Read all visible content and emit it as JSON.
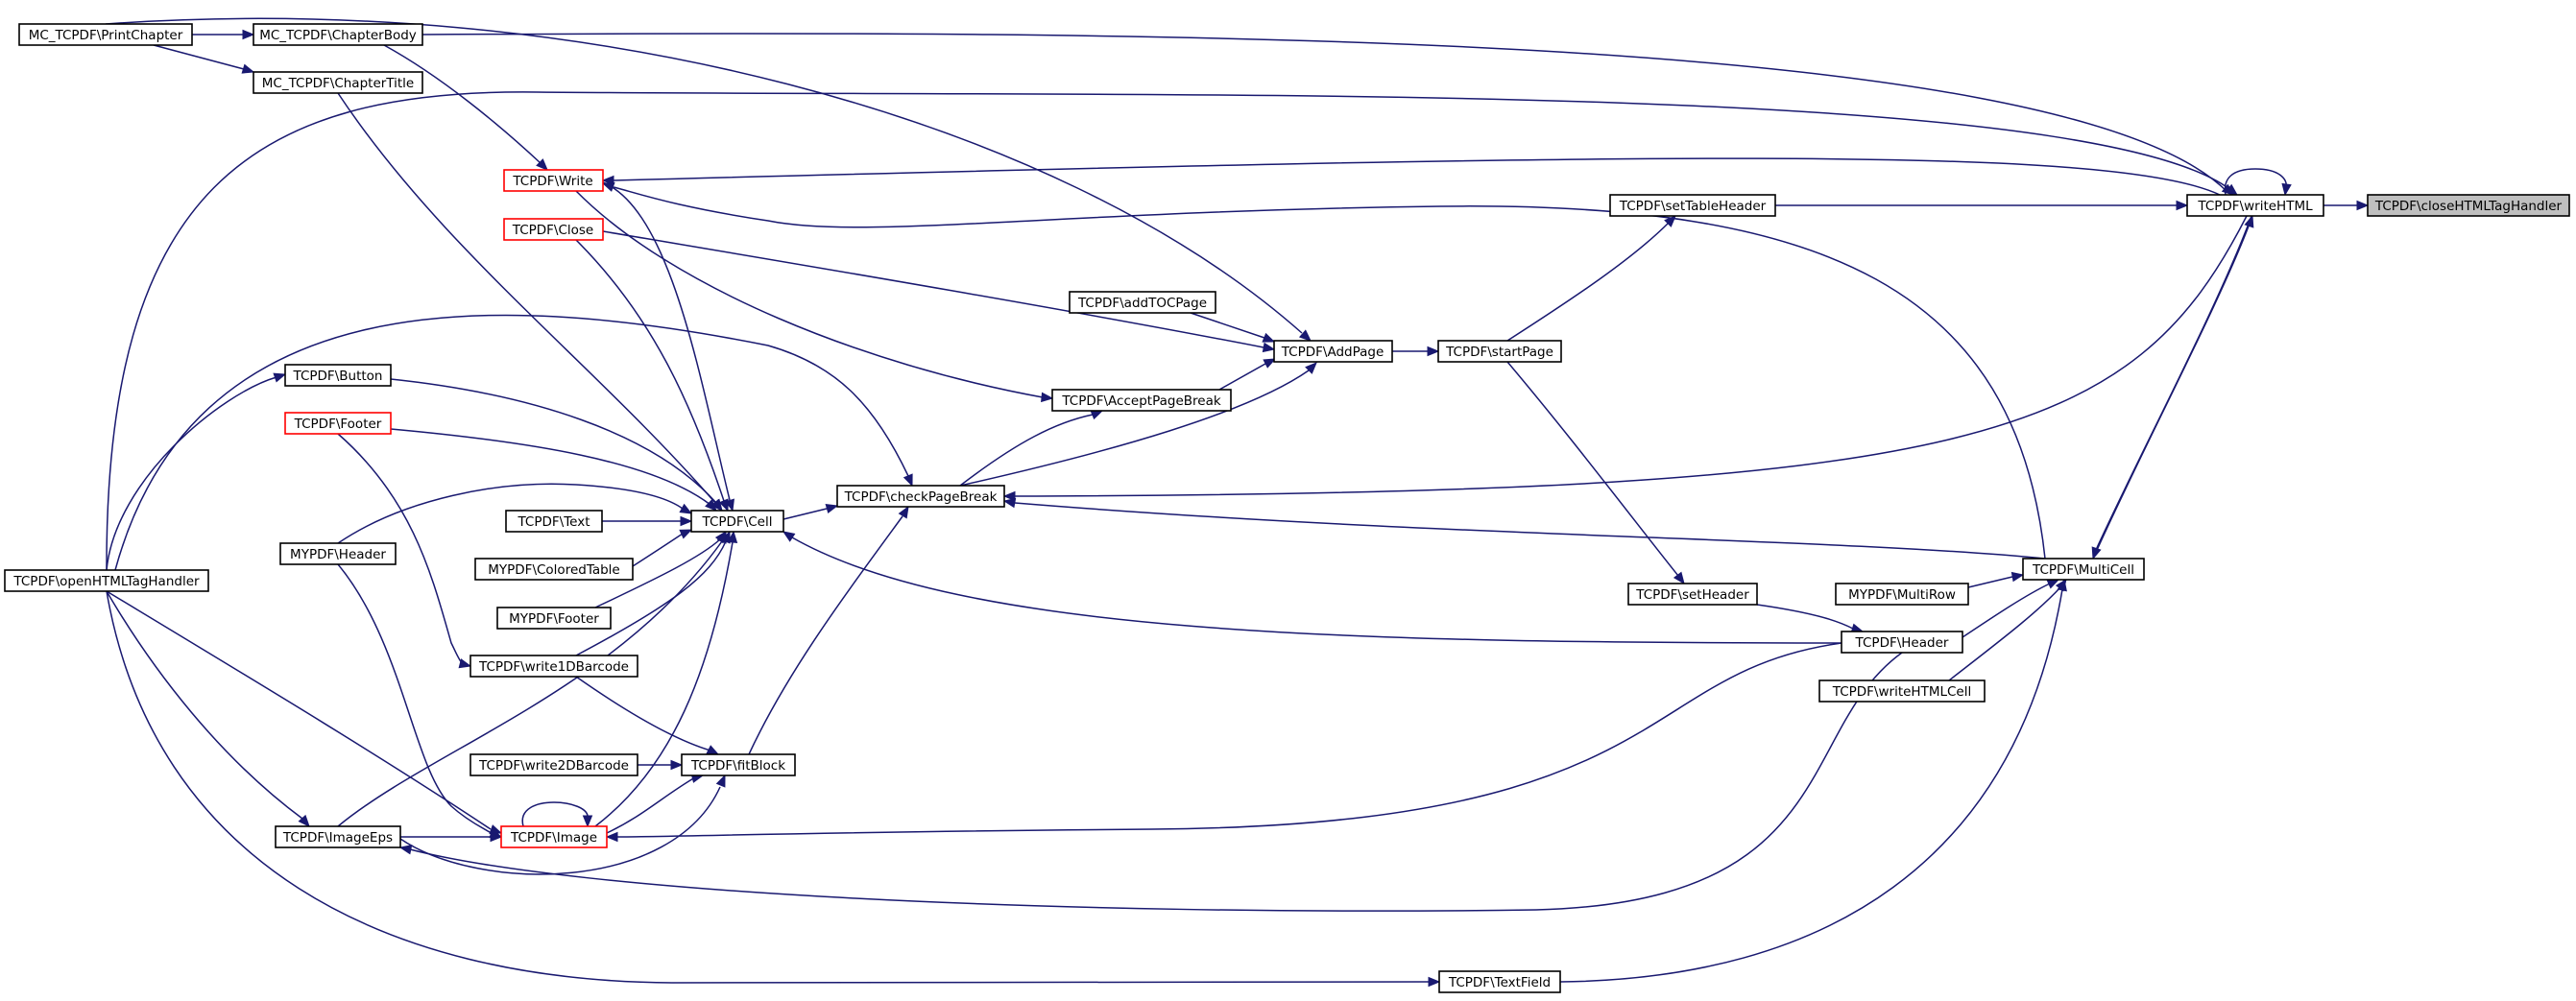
{
  "graph": {
    "colors": {
      "edge": "#191970",
      "node_border": "#000000",
      "truncated_border": "#ff0000",
      "focus_fill": "#bfbfbf"
    },
    "nodes": {
      "closeHTMLTagHandler": "TCPDF\\closeHTMLTagHandler",
      "writeHTML": "TCPDF\\writeHTML",
      "setTableHeader": "TCPDF\\setTableHeader",
      "startPage": "TCPDF\\startPage",
      "addPage": "TCPDF\\AddPage",
      "addTOCPage": "TCPDF\\addTOCPage",
      "acceptPageBreak": "TCPDF\\AcceptPageBreak",
      "checkPageBreak": "TCPDF\\checkPageBreak",
      "cell": "TCPDF\\Cell",
      "write": "TCPDF\\Write",
      "close": "TCPDF\\Close",
      "button": "TCPDF\\Button",
      "footer": "TCPDF\\Footer",
      "text": "TCPDF\\Text",
      "mypdfHeader": "MYPDF\\Header",
      "mypdfColoredTable": "MYPDF\\ColoredTable",
      "mypdfFooter": "MYPDF\\Footer",
      "write1DBarcode": "TCPDF\\write1DBarcode",
      "write2DBarcode": "TCPDF\\write2DBarcode",
      "fitBlock": "TCPDF\\fitBlock",
      "image": "TCPDF\\Image",
      "imageEps": "TCPDF\\ImageEps",
      "openHTMLTagHandler": "TCPDF\\openHTMLTagHandler",
      "printChapter": "MC_TCPDF\\PrintChapter",
      "chapterBody": "MC_TCPDF\\ChapterBody",
      "chapterTitle": "MC_TCPDF\\ChapterTitle",
      "setHeader": "TCPDF\\setHeader",
      "mypdfMultiRow": "MYPDF\\MultiRow",
      "multiCell": "TCPDF\\MultiCell",
      "header": "TCPDF\\Header",
      "writeHTMLCell": "TCPDF\\writeHTMLCell",
      "textField": "TCPDF\\TextField"
    },
    "edges": [
      [
        "writeHTML",
        "closeHTMLTagHandler"
      ],
      [
        "writeHTML",
        "writeHTML"
      ],
      [
        "setTableHeader",
        "writeHTML"
      ],
      [
        "chapterBody",
        "writeHTML"
      ],
      [
        "openHTMLTagHandler",
        "writeHTML"
      ],
      [
        "multiCell",
        "writeHTML"
      ],
      [
        "writeHTML",
        "write"
      ],
      [
        "writeHTML",
        "checkPageBreak"
      ],
      [
        "writeHTML",
        "multiCell"
      ],
      [
        "startPage",
        "setTableHeader"
      ],
      [
        "addPage",
        "startPage"
      ],
      [
        "addTOCPage",
        "addPage"
      ],
      [
        "acceptPageBreak",
        "addPage"
      ],
      [
        "checkPageBreak",
        "addPage"
      ],
      [
        "close",
        "addPage"
      ],
      [
        "printChapter",
        "addPage"
      ],
      [
        "checkPageBreak",
        "acceptPageBreak"
      ],
      [
        "write",
        "acceptPageBreak"
      ],
      [
        "cell",
        "checkPageBreak"
      ],
      [
        "fitBlock",
        "checkPageBreak"
      ],
      [
        "openHTMLTagHandler",
        "checkPageBreak"
      ],
      [
        "multiCell",
        "checkPageBreak"
      ],
      [
        "write",
        "cell"
      ],
      [
        "close",
        "cell"
      ],
      [
        "button",
        "cell"
      ],
      [
        "footer",
        "cell"
      ],
      [
        "text",
        "cell"
      ],
      [
        "mypdfHeader",
        "cell"
      ],
      [
        "mypdfColoredTable",
        "cell"
      ],
      [
        "mypdfFooter",
        "cell"
      ],
      [
        "write1DBarcode",
        "cell"
      ],
      [
        "image",
        "cell"
      ],
      [
        "imageEps",
        "cell"
      ],
      [
        "chapterTitle",
        "cell"
      ],
      [
        "header",
        "cell"
      ],
      [
        "multiCell",
        "write"
      ],
      [
        "chapterBody",
        "write"
      ],
      [
        "openHTMLTagHandler",
        "button"
      ],
      [
        "footer",
        "write1DBarcode"
      ],
      [
        "write1DBarcode",
        "fitBlock"
      ],
      [
        "write2DBarcode",
        "fitBlock"
      ],
      [
        "image",
        "fitBlock"
      ],
      [
        "imageEps",
        "fitBlock"
      ],
      [
        "image",
        "image"
      ],
      [
        "mypdfHeader",
        "image"
      ],
      [
        "imageEps",
        "image"
      ],
      [
        "openHTMLTagHandler",
        "image"
      ],
      [
        "header",
        "image"
      ],
      [
        "openHTMLTagHandler",
        "imageEps"
      ],
      [
        "header",
        "imageEps"
      ],
      [
        "openHTMLTagHandler",
        "textField"
      ],
      [
        "printChapter",
        "chapterBody"
      ],
      [
        "printChapter",
        "chapterTitle"
      ],
      [
        "startPage",
        "setHeader"
      ],
      [
        "setHeader",
        "header"
      ],
      [
        "mypdfMultiRow",
        "multiCell"
      ],
      [
        "header",
        "multiCell"
      ],
      [
        "writeHTMLCell",
        "multiCell"
      ],
      [
        "textField",
        "multiCell"
      ]
    ]
  }
}
